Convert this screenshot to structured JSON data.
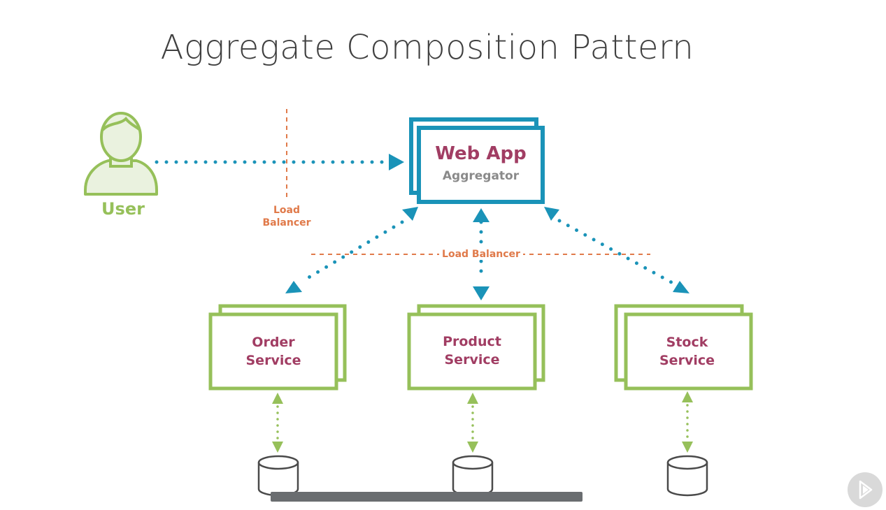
{
  "title": "Aggregate Composition Pattern",
  "user": {
    "label": "User"
  },
  "load_balancer_vertical": {
    "line1": "Load",
    "line2": "Balancer"
  },
  "load_balancer_horizontal": {
    "label": "Load Balancer"
  },
  "web_app": {
    "title": "Web App",
    "subtitle": "Aggregator"
  },
  "services": [
    {
      "line1": "Order",
      "line2": "Service"
    },
    {
      "line1": "Product",
      "line2": "Service"
    },
    {
      "line1": "Stock",
      "line2": "Service"
    }
  ],
  "colors": {
    "teal": "#1a93b8",
    "green": "#96c05a",
    "maroon": "#a13d63",
    "orange": "#e07a4a",
    "title_gray": "#404040",
    "db_gray": "#4a4a4a"
  },
  "icons": [
    "user-icon",
    "database-icon",
    "play-icon"
  ]
}
